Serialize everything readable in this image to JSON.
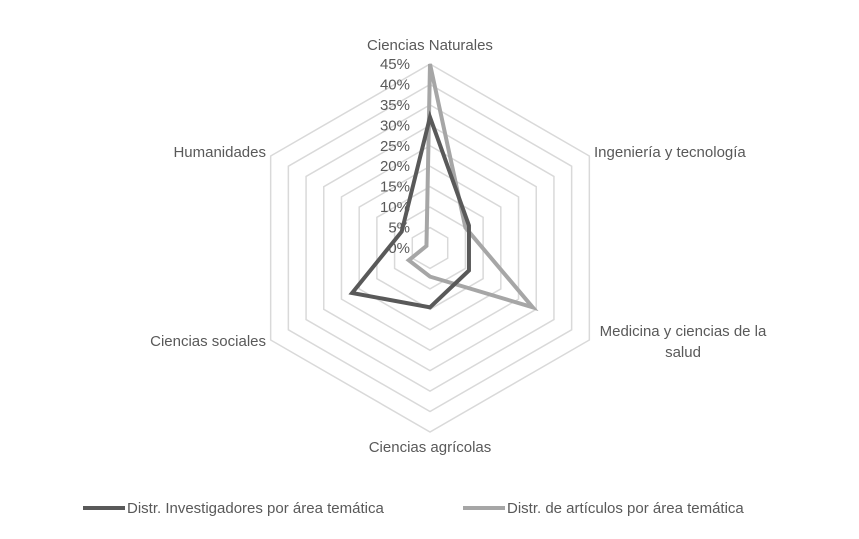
{
  "chart_data": {
    "type": "radar",
    "title": "",
    "categories": [
      "Ciencias Naturales",
      "Ingeniería y tecnología",
      "Medicina y ciencias de la salud",
      "Ciencias agrícolas",
      "Ciencias sociales",
      "Humanidades"
    ],
    "category_lines": [
      [
        "Ciencias Naturales"
      ],
      [
        "Ingeniería y tecnología"
      ],
      [
        "Medicina y ciencias de la",
        "salud"
      ],
      [
        "Ciencias agrícolas"
      ],
      [
        "Ciencias sociales"
      ],
      [
        "Humanidades"
      ]
    ],
    "tick_labels": [
      "0%",
      "5%",
      "10%",
      "15%",
      "20%",
      "25%",
      "30%",
      "35%",
      "40%",
      "45%"
    ],
    "rlim": [
      0,
      45
    ],
    "unit": "%",
    "grid": true,
    "legend_position": "bottom",
    "series": [
      {
        "name": "Distr. Investigadores por área temática",
        "values": [
          32,
          11,
          11,
          14.5,
          22,
          8
        ],
        "color": "#595959"
      },
      {
        "name": "Distr. de artículos por área temática",
        "values": [
          45,
          10,
          29,
          7,
          6,
          1
        ],
        "color": "#a6a6a6"
      }
    ]
  }
}
